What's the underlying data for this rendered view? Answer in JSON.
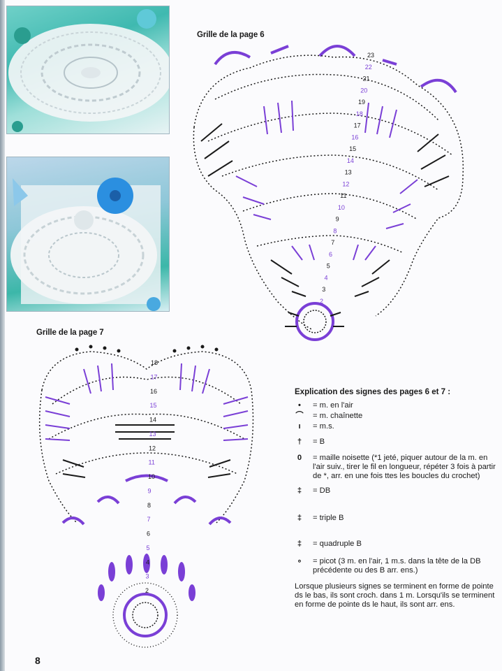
{
  "captions": {
    "page6": "Grille de la page 6",
    "page7": "Grille de la page 7"
  },
  "diagram6": {
    "rounds": [
      "23",
      "22",
      "21",
      "20",
      "19",
      "18",
      "17",
      "16",
      "15",
      "14",
      "13",
      "12",
      "11",
      "10",
      "9",
      "8",
      "7",
      "6",
      "5",
      "4",
      "3",
      "2"
    ]
  },
  "diagram7": {
    "rounds": [
      "18",
      "17",
      "16",
      "15",
      "14",
      "13",
      "12",
      "11",
      "10",
      "9",
      "8",
      "7",
      "6",
      "5",
      "4",
      "3",
      "2"
    ]
  },
  "legend": {
    "title": "Explication des signes des pages 6 et 7 :",
    "items": [
      {
        "symbol": "•",
        "text": "= m. en l'air"
      },
      {
        "symbol": "⌒",
        "text": "= m. chaînette"
      },
      {
        "symbol": "ı",
        "text": "= m.s."
      },
      {
        "symbol": "†",
        "text": "= B"
      },
      {
        "symbol": "0",
        "text": "= maille noisette (*1 jeté, piquer autour de la m. en l'air suiv., tirer le fil en longueur, répéter 3 fois à partir de *, arr. en une fois ttes les boucles du crochet)"
      },
      {
        "symbol": "‡",
        "text": "= DB"
      },
      {
        "symbol": "‡",
        "text": "= triple B"
      },
      {
        "symbol": "‡",
        "text": "= quadruple B"
      },
      {
        "symbol": "∘",
        "text": "= picot (3 m. en l'air, 1 m.s. dans la tête de la DB précédente ou des B arr. ens.)"
      }
    ],
    "note": "Lorsque plusieurs signes se terminent en forme de pointe ds le bas, ils sont croch. dans 1 m. Lorsqu'ils se terminent en forme de pointe ds le haut, ils sont arr. ens."
  },
  "page_number": "8",
  "colors": {
    "purple": "#7a3fd6",
    "ink": "#1a1a1a",
    "teal": "#3fb9b0"
  }
}
